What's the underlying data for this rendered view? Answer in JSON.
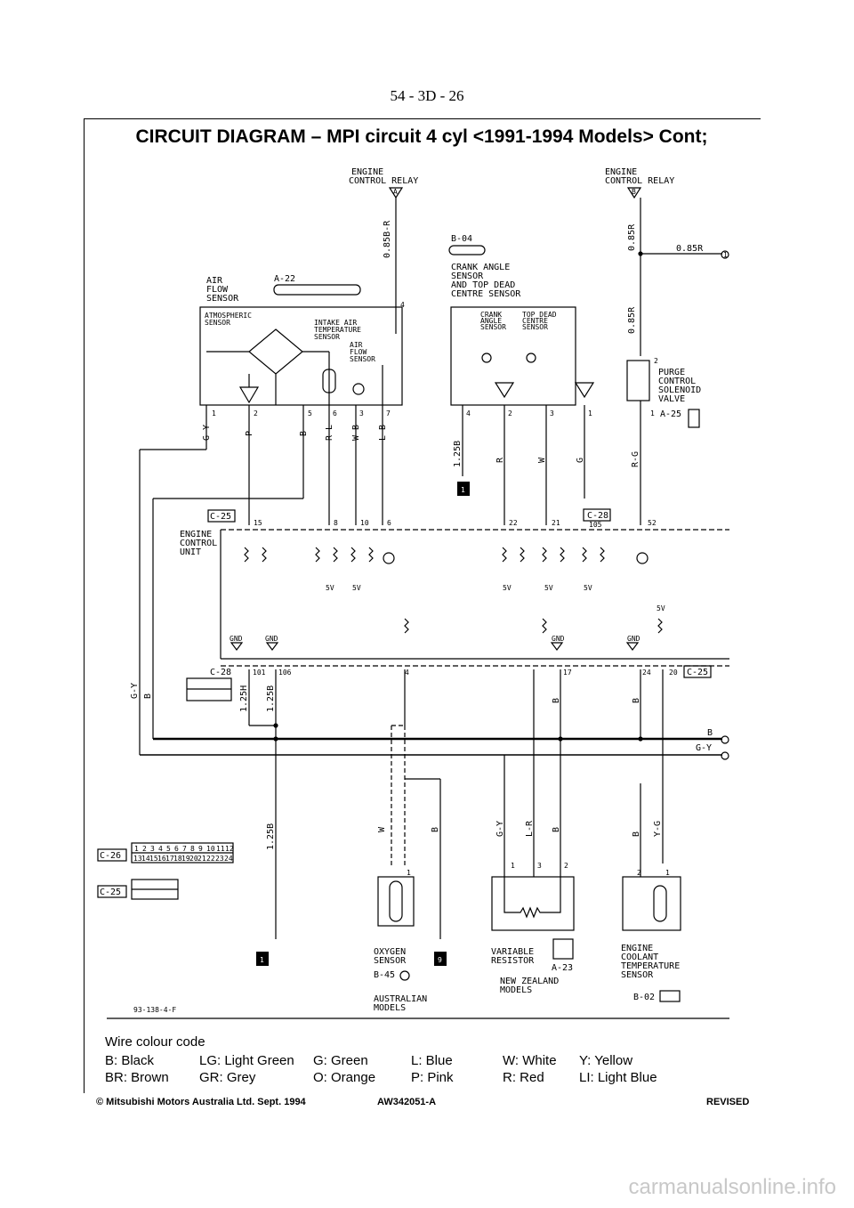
{
  "page_number": "54 - 3D - 26",
  "title": "CIRCUIT DIAGRAM – MPI circuit 4 cyl <1991-1994 Models> Cont;",
  "components": {
    "ecr_left": [
      "ENGINE",
      "CONTROL RELAY"
    ],
    "ecr_right": [
      "ENGINE",
      "CONTROL RELAY"
    ],
    "air_flow_sensor": [
      "AIR",
      "FLOW",
      "SENSOR"
    ],
    "afs_connector": "A-22",
    "atmospheric_sensor": [
      "ATMOSPHERIC",
      "SENSOR"
    ],
    "intake_air_temp": [
      "INTAKE AIR",
      "TEMPERATURE",
      "SENSOR"
    ],
    "afs_inner": [
      "AIR",
      "FLOW",
      "SENSOR"
    ],
    "crank_connector": "B-04",
    "crank_sensor": [
      "CRANK ANGLE",
      "SENSOR",
      "AND TOP DEAD",
      "CENTRE SENSOR"
    ],
    "crank_inner_1": [
      "CRANK",
      "ANGLE",
      "SENSOR"
    ],
    "crank_inner_2": [
      "TOP DEAD",
      "CENTRE",
      "SENSOR"
    ],
    "purge_valve": [
      "PURGE",
      "CONTROL",
      "SOLENOID",
      "VALVE"
    ],
    "purge_connector": "A-25",
    "ecu": [
      "ENGINE",
      "CONTROL",
      "UNIT"
    ],
    "oxygen_sensor": [
      "OXYGEN",
      "SENSOR"
    ],
    "oxygen_connector": "B-45",
    "oxygen_note": [
      "AUSTRALIAN",
      "MODELS"
    ],
    "variable_resistor": [
      "VARIABLE",
      "RESISTOR"
    ],
    "vr_connector": "A-23",
    "vr_note": [
      "NEW ZEALAND",
      "MODELS"
    ],
    "coolant_sensor": [
      "ENGINE",
      "COOLANT",
      "TEMPERATURE",
      "SENSOR"
    ],
    "coolant_connector": "B-02"
  },
  "wires": {
    "w_085br": "0.85B-R",
    "w_085r_top": "0.85R",
    "w_085r_h": "0.85R",
    "w_085r_low": "0.85R",
    "w_gy": "G-Y",
    "w_p": "P",
    "w_b": "B",
    "w_rl": "R-L",
    "w_wb": "W-B",
    "w_lb": "L-B",
    "w_125b": "1.25B",
    "w_r": "R",
    "w_w": "W",
    "w_g": "G",
    "w_rg": "R-G",
    "w_125h": "1.25H",
    "w_125b_2": "1.25B",
    "w_125b_3": "1.25B",
    "w_w2": "W",
    "w_b2": "B",
    "w_gy2": "G-Y",
    "w_lr": "L-R",
    "w_b3": "B",
    "w_b4": "B",
    "w_yg": "Y-G",
    "w_b5": "B",
    "w_b6": "B",
    "bus_b": "B",
    "bus_gy": "G-Y",
    "gy_left": "G-Y",
    "b_left": "B"
  },
  "pins": [
    "A",
    "B",
    "4",
    "1",
    "2",
    "5",
    "6",
    "3",
    "7",
    "4",
    "2",
    "3",
    "1",
    "2",
    "1",
    "15",
    "8",
    "10",
    "6",
    "22",
    "21",
    "105",
    "52",
    "101",
    "106",
    "4",
    "17",
    "24",
    "20",
    "1",
    "1",
    "3",
    "2",
    "2",
    "1",
    "1",
    "2",
    "3",
    "4",
    "5",
    "6",
    "7",
    "8",
    "9",
    "10",
    "11",
    "12",
    "13",
    "14",
    "15",
    "16",
    "17",
    "18",
    "19",
    "20",
    "21",
    "22",
    "23",
    "24"
  ],
  "connectors": {
    "c25_a": "C-25",
    "c28": "C-28",
    "c28_b": "C-28",
    "c25_b": "C-25",
    "c26": "C-26",
    "c25_c": "C-25",
    "c28_label": "C-28"
  },
  "labels": {
    "gnd": "GND",
    "v5": "5V",
    "ref_code": "93-138-4-F",
    "one": "1",
    "nine": "9"
  },
  "wire_colour_code": {
    "title": "Wire colour code",
    "columns": [
      [
        "B: Black",
        "BR: Brown"
      ],
      [
        "LG: Light Green",
        "GR: Grey"
      ],
      [
        "G: Green",
        "O: Orange"
      ],
      [
        "L: Blue",
        "P: Pink"
      ],
      [
        "W: White",
        "R: Red"
      ],
      [
        "Y: Yellow",
        "LI: Light Blue"
      ]
    ]
  },
  "footer": {
    "left": "© Mitsubishi Motors Australia Ltd. Sept. 1994",
    "center": "AW342051-A",
    "right": "REVISED"
  },
  "watermark": "carmanualsonline.info"
}
